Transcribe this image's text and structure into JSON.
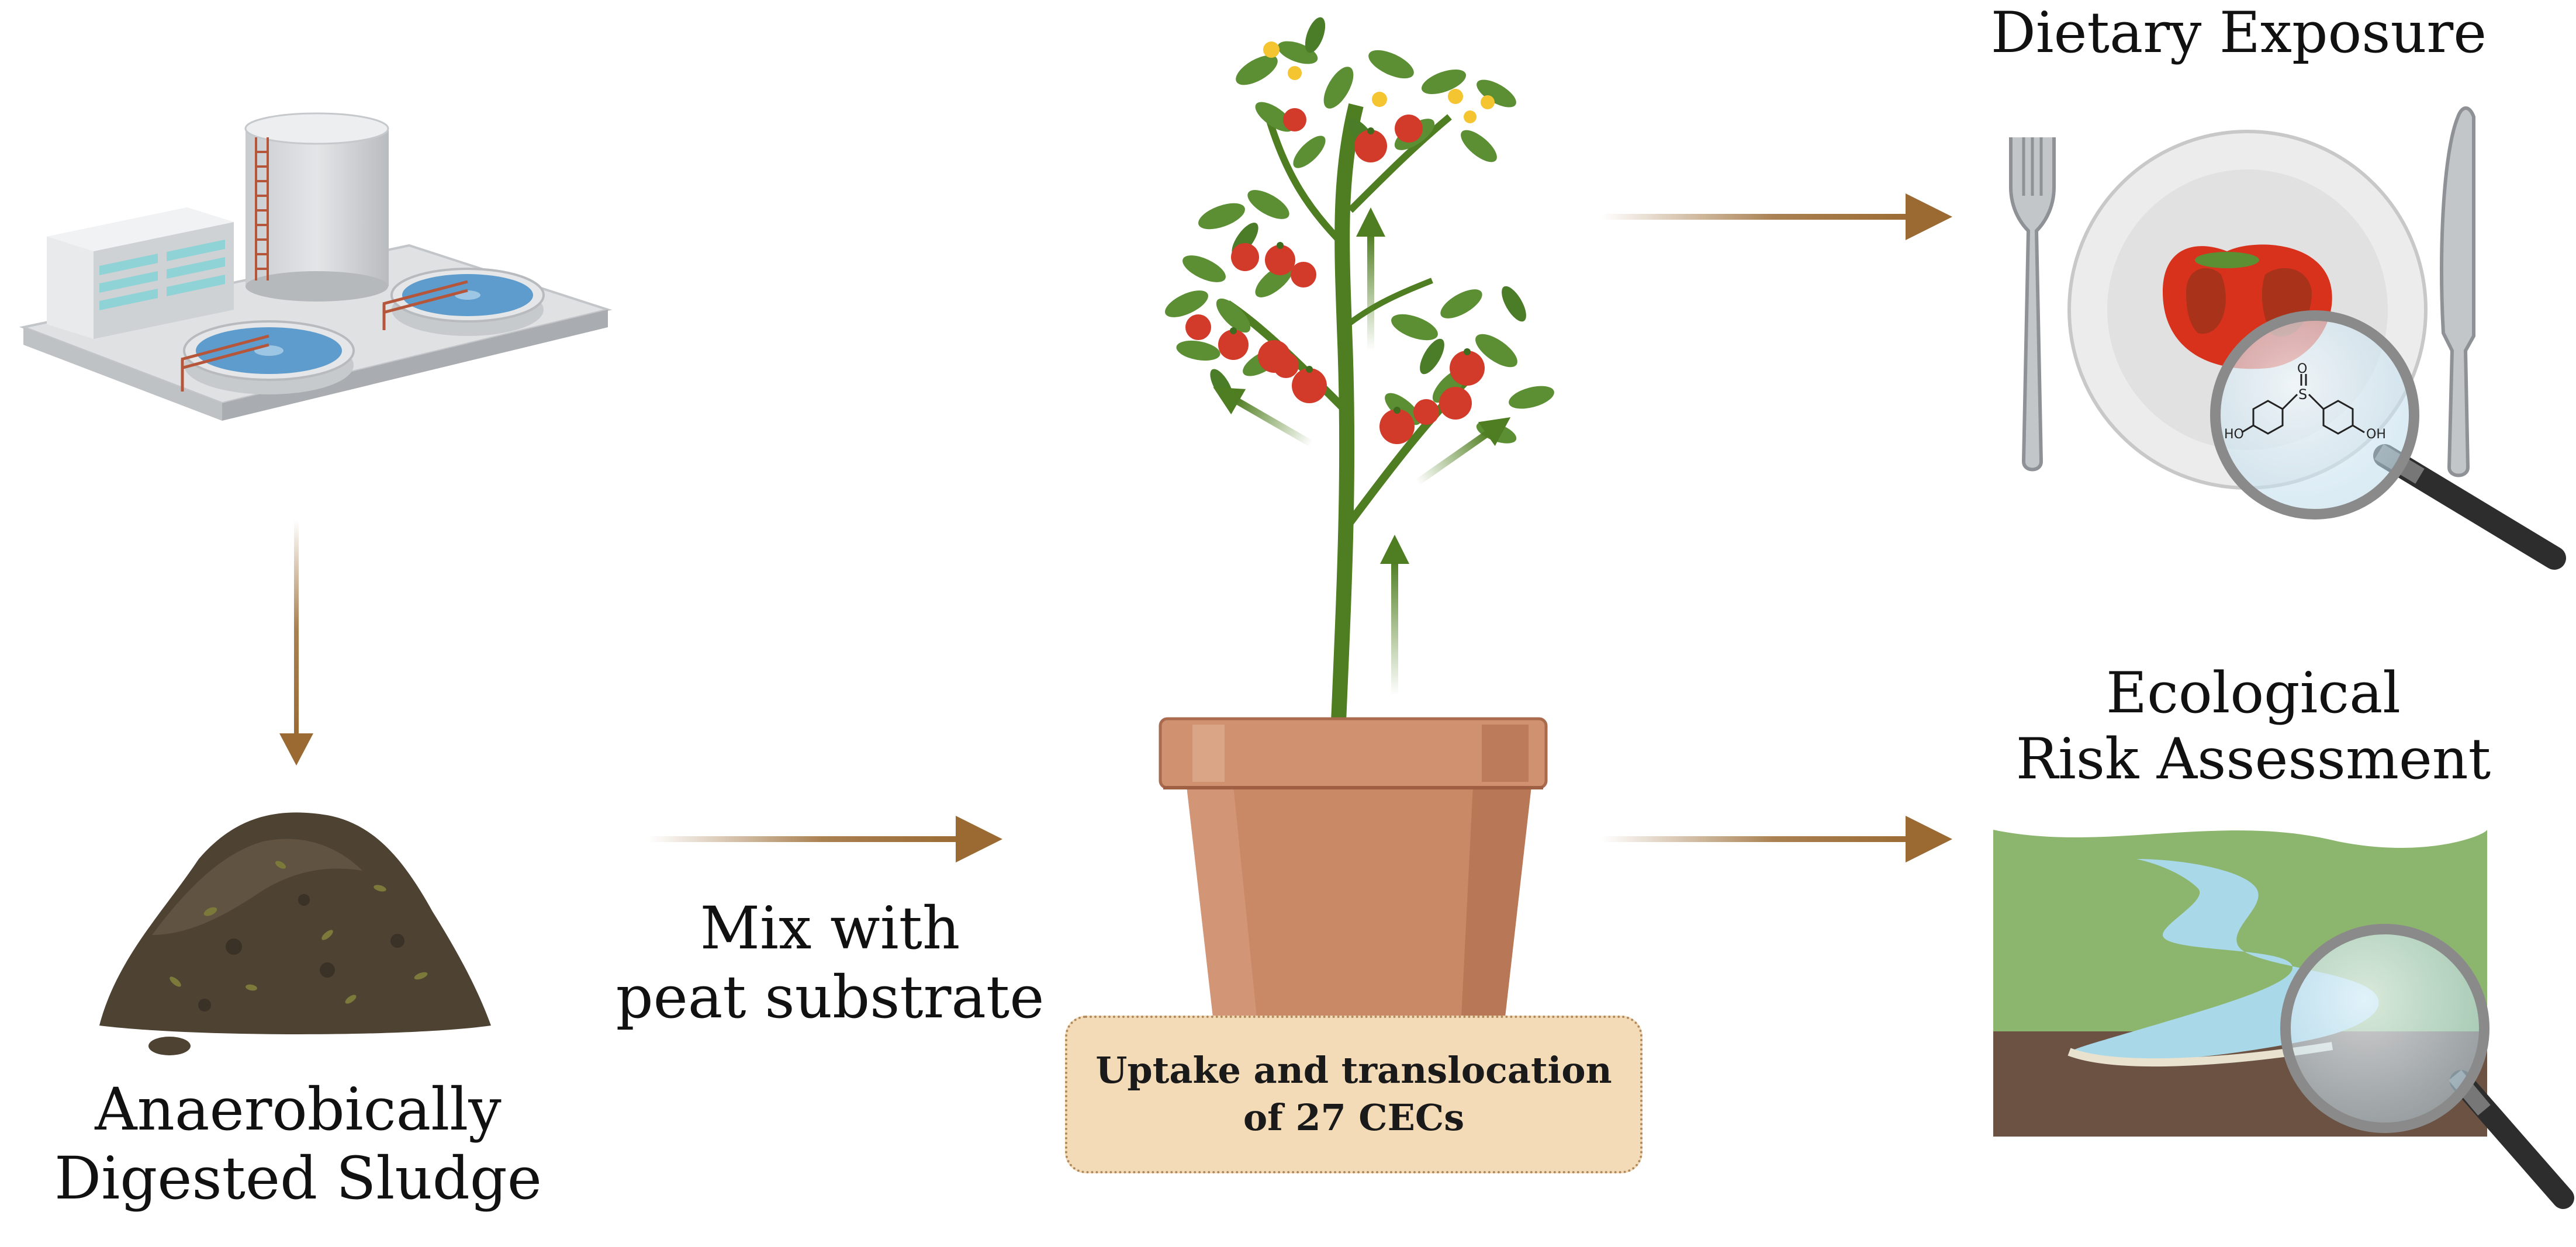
{
  "labels": {
    "sludge": [
      "Anaerobically",
      "Digested Sludge"
    ],
    "mix": [
      "Mix with",
      "peat substrate"
    ],
    "uptake": [
      "Uptake and translocation",
      "of 27 CECs"
    ],
    "dietary": [
      "Dietary Exposure"
    ],
    "ecological": [
      "Ecological",
      "Risk Assessment"
    ]
  },
  "molecule_labels": {
    "left": "HO",
    "right": "OH",
    "center": "S",
    "oxygen": "O"
  },
  "colors": {
    "flow_arrow": "#9a6a32",
    "translocation_arrow": "#5d8a2e",
    "pot": "#c98866",
    "uptake_box": "#f4dbb8",
    "water": "#a9d8e8",
    "grass": "#8cb56e",
    "soil": "#6b5243"
  },
  "icons": [
    "treatment-plant-icon",
    "sludge-pile-icon",
    "tomato-plant-icon",
    "plate-with-tomato-icon",
    "fork-icon",
    "knife-icon",
    "magnifier-icon",
    "river-landscape-icon"
  ]
}
